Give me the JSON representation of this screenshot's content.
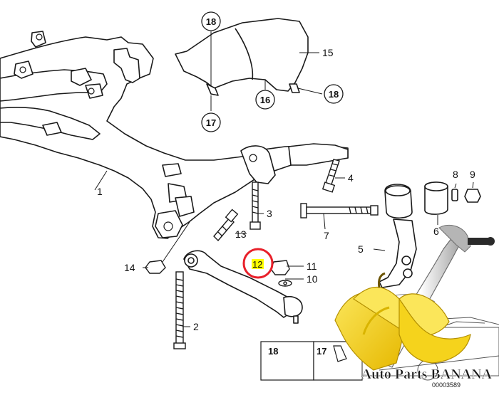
{
  "diagram": {
    "callouts": {
      "c1": "1",
      "c2": "2",
      "c3": "3",
      "c4": "4",
      "c5": "5",
      "c6": "6",
      "c7": "7",
      "c8": "8",
      "c9": "9",
      "c10": "10",
      "c11": "11",
      "c12": "12",
      "c13": "13",
      "c14": "14",
      "c15": "15",
      "c16": "16",
      "c17a": "17",
      "c18a": "18",
      "c18b": "18",
      "c17b": "17",
      "c18c": "18"
    },
    "legend": {
      "item_18": "18",
      "item_17": "17"
    },
    "part_number": "00003589",
    "highlight_color": "#e8202a",
    "marker_color": "#ffff00"
  },
  "watermark": {
    "text": "Auto Parts BANANA",
    "banana_color": "#f5d31c",
    "text_color": "#1a1a1a"
  }
}
